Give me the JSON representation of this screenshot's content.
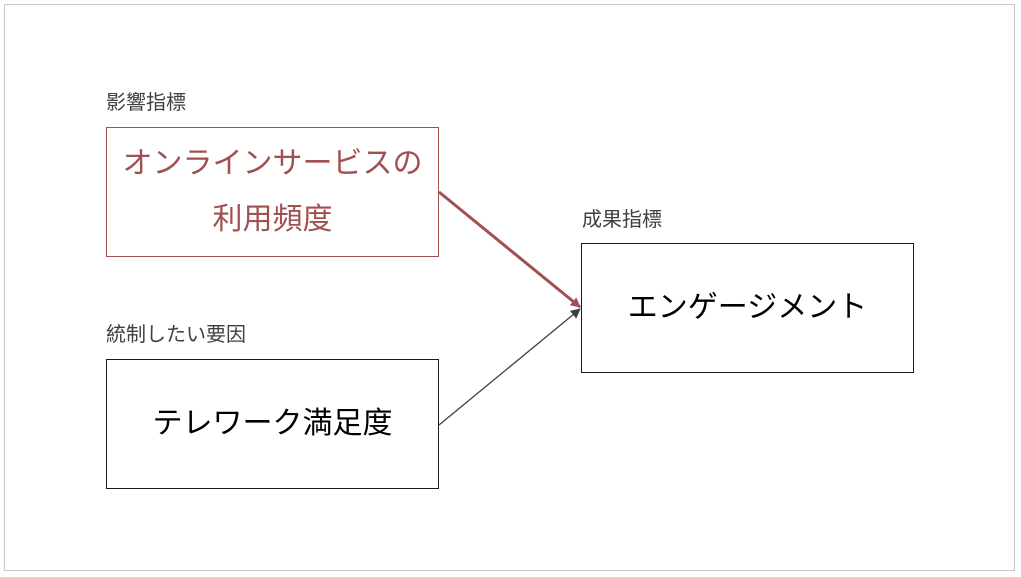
{
  "colors": {
    "accent": "#a05050",
    "dark": "#404040",
    "border": "#c8c8c8"
  },
  "influence": {
    "heading": "影響指標",
    "box_text": "オンラインサービスの利用頻度"
  },
  "outcome": {
    "heading": "成果指標",
    "box_text": "エンゲージメント"
  },
  "control": {
    "heading": "統制したい要因",
    "box_text": "テレワーク満足度"
  }
}
